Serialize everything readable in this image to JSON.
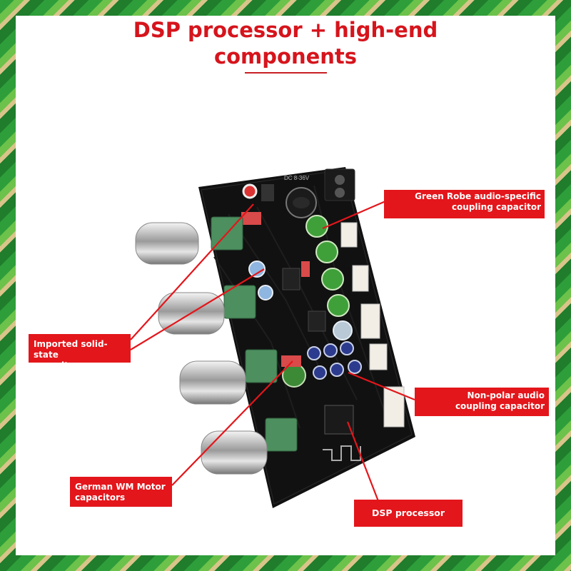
{
  "title": {
    "line1": "DSP processor + high-end",
    "line2": "components"
  },
  "callouts": {
    "green_robe": {
      "line1": "Green Robe audio-specific",
      "line2": "coupling capacitor"
    },
    "imported": {
      "line1": "Imported solid-state",
      "line2": "capacitors"
    },
    "non_polar": {
      "line1": "Non-polar audio",
      "line2": "coupling capacitor"
    },
    "wm_motor": {
      "line1": "German WM Motor",
      "line2": "capacitors"
    },
    "dsp": {
      "label": "DSP processor"
    }
  },
  "board": {
    "silkscreen": "DC 8-36V"
  },
  "colors": {
    "accent": "#e3161b",
    "board": "#111111",
    "border": "#2e9e3a"
  }
}
